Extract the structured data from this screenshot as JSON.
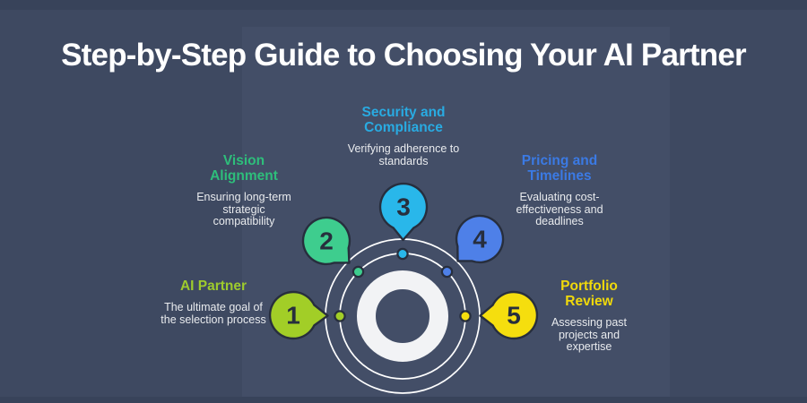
{
  "title": "Step-by-Step Guide to Choosing Your AI Partner",
  "colors": {
    "background": "#3e4961",
    "background_band": "#38435a",
    "background_center": "#434e67",
    "outline": "#272e3d",
    "ring": "#ffffff",
    "ring_core": "#f2f3f5",
    "title_text": "#ffffff",
    "body_text": "#e9ebee"
  },
  "steps": [
    {
      "number": "1",
      "label": "AI Partner",
      "description": "The ultimate goal of the selection process",
      "bubble_color": "#a2ce27",
      "label_color": "#9ecb2d"
    },
    {
      "number": "2",
      "label": "Vision Alignment",
      "description": "Ensuring long-term strategic compatibility",
      "bubble_color": "#3ecd8e",
      "label_color": "#2ebe7b"
    },
    {
      "number": "3",
      "label": "Security and Compliance",
      "description": "Verifying adherence to standards",
      "bubble_color": "#29b7ea",
      "label_color": "#29abe2"
    },
    {
      "number": "4",
      "label": "Pricing and Timelines",
      "description": "Evaluating cost-effectiveness and deadlines",
      "bubble_color": "#4e80e8",
      "label_color": "#3b7ae4"
    },
    {
      "number": "5",
      "label": "Portfolio Review",
      "description": "Assessing past projects and expertise",
      "bubble_color": "#f5de0e",
      "label_color": "#f0d90b"
    }
  ]
}
